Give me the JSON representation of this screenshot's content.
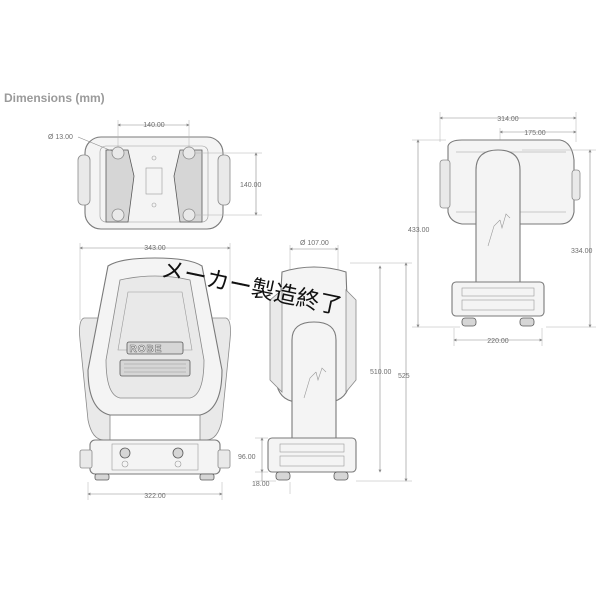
{
  "title": "Dimensions (mm)",
  "labels": {
    "hole_dia": "Ø 13.00",
    "top_width": "140.00",
    "top_height": "140.00",
    "front_width": "343.00",
    "base_width": "322.00",
    "side_lens_dia": "Ø 107.00",
    "side_height": "510.00",
    "total_height": "525",
    "base_height": "96.00",
    "foot_height": "18.00",
    "rear_width": "314.00",
    "rear_offset": "175.00",
    "rear_height": "433.00",
    "rear_arm_height": "334.00",
    "rear_base_width": "220.00"
  },
  "logo_text": "ROBE",
  "overlay_text": "メーカー製造終了"
}
